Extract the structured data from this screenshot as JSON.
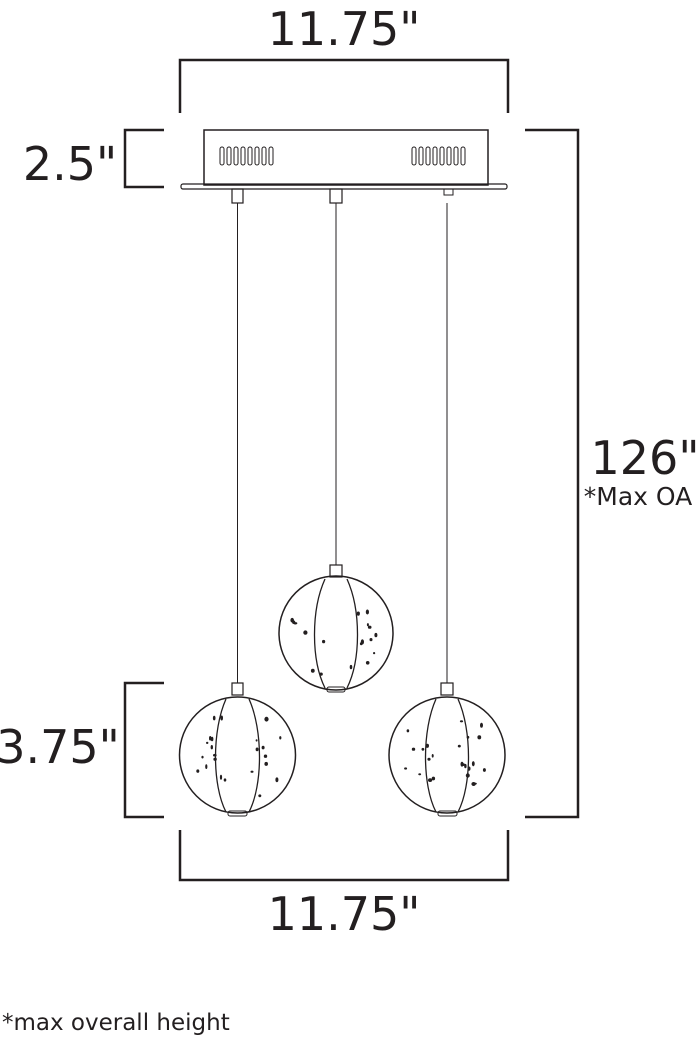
{
  "dimensions": {
    "top_width": "11.75\"",
    "canopy_height": "2.5\"",
    "overall_height": "126\"",
    "overall_height_note": "*Max OA",
    "globe_height": "3.75\"",
    "bottom_width": "11.75\""
  },
  "footnote": "*max overall height",
  "fixture": {
    "pendant_count": 3,
    "line_color": "#231f20"
  }
}
